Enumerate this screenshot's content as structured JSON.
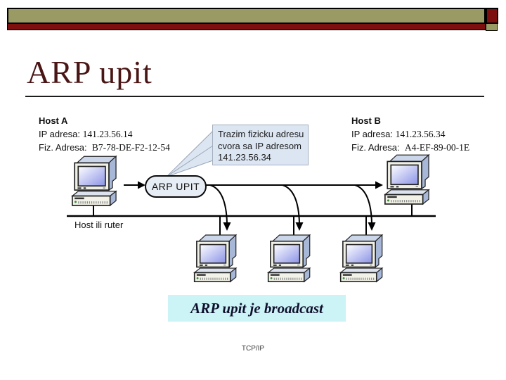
{
  "slide": {
    "title": "ARP upit",
    "footer": "TCP/IP"
  },
  "colors": {
    "bar_olive": "#9a9b64",
    "bar_dark_red": "#7d0f0f",
    "title_maroon": "#4a1515",
    "bubble_fill": "#dce6f3",
    "oval_fill": "#e7edf4",
    "caption_bg": "#ccf3f5",
    "screen_gradient_end": "#8b93e6"
  },
  "hosts": {
    "a": {
      "name": "Host A",
      "ip_label": "IP adresa:",
      "ip_value": "141.23.56.14",
      "mac_label": "Fiz. Adresa:",
      "mac_value": "B7-78-DE-F2-12-54"
    },
    "b": {
      "name": "Host B",
      "ip_label": "IP adresa:",
      "ip_value": "141.23.56.34",
      "mac_label": "Fiz. Adresa:",
      "mac_value": "A4-EF-89-00-1E"
    }
  },
  "diagram": {
    "callout_label": "ARP UPIT",
    "speech_bubble": {
      "line1": "Trazim fizicku adresu",
      "line2": "cvora sa IP adresom",
      "line3": "141.23.56.34"
    },
    "bus_label": "Host ili ruter",
    "caption": "ARP upit je broadcast"
  }
}
